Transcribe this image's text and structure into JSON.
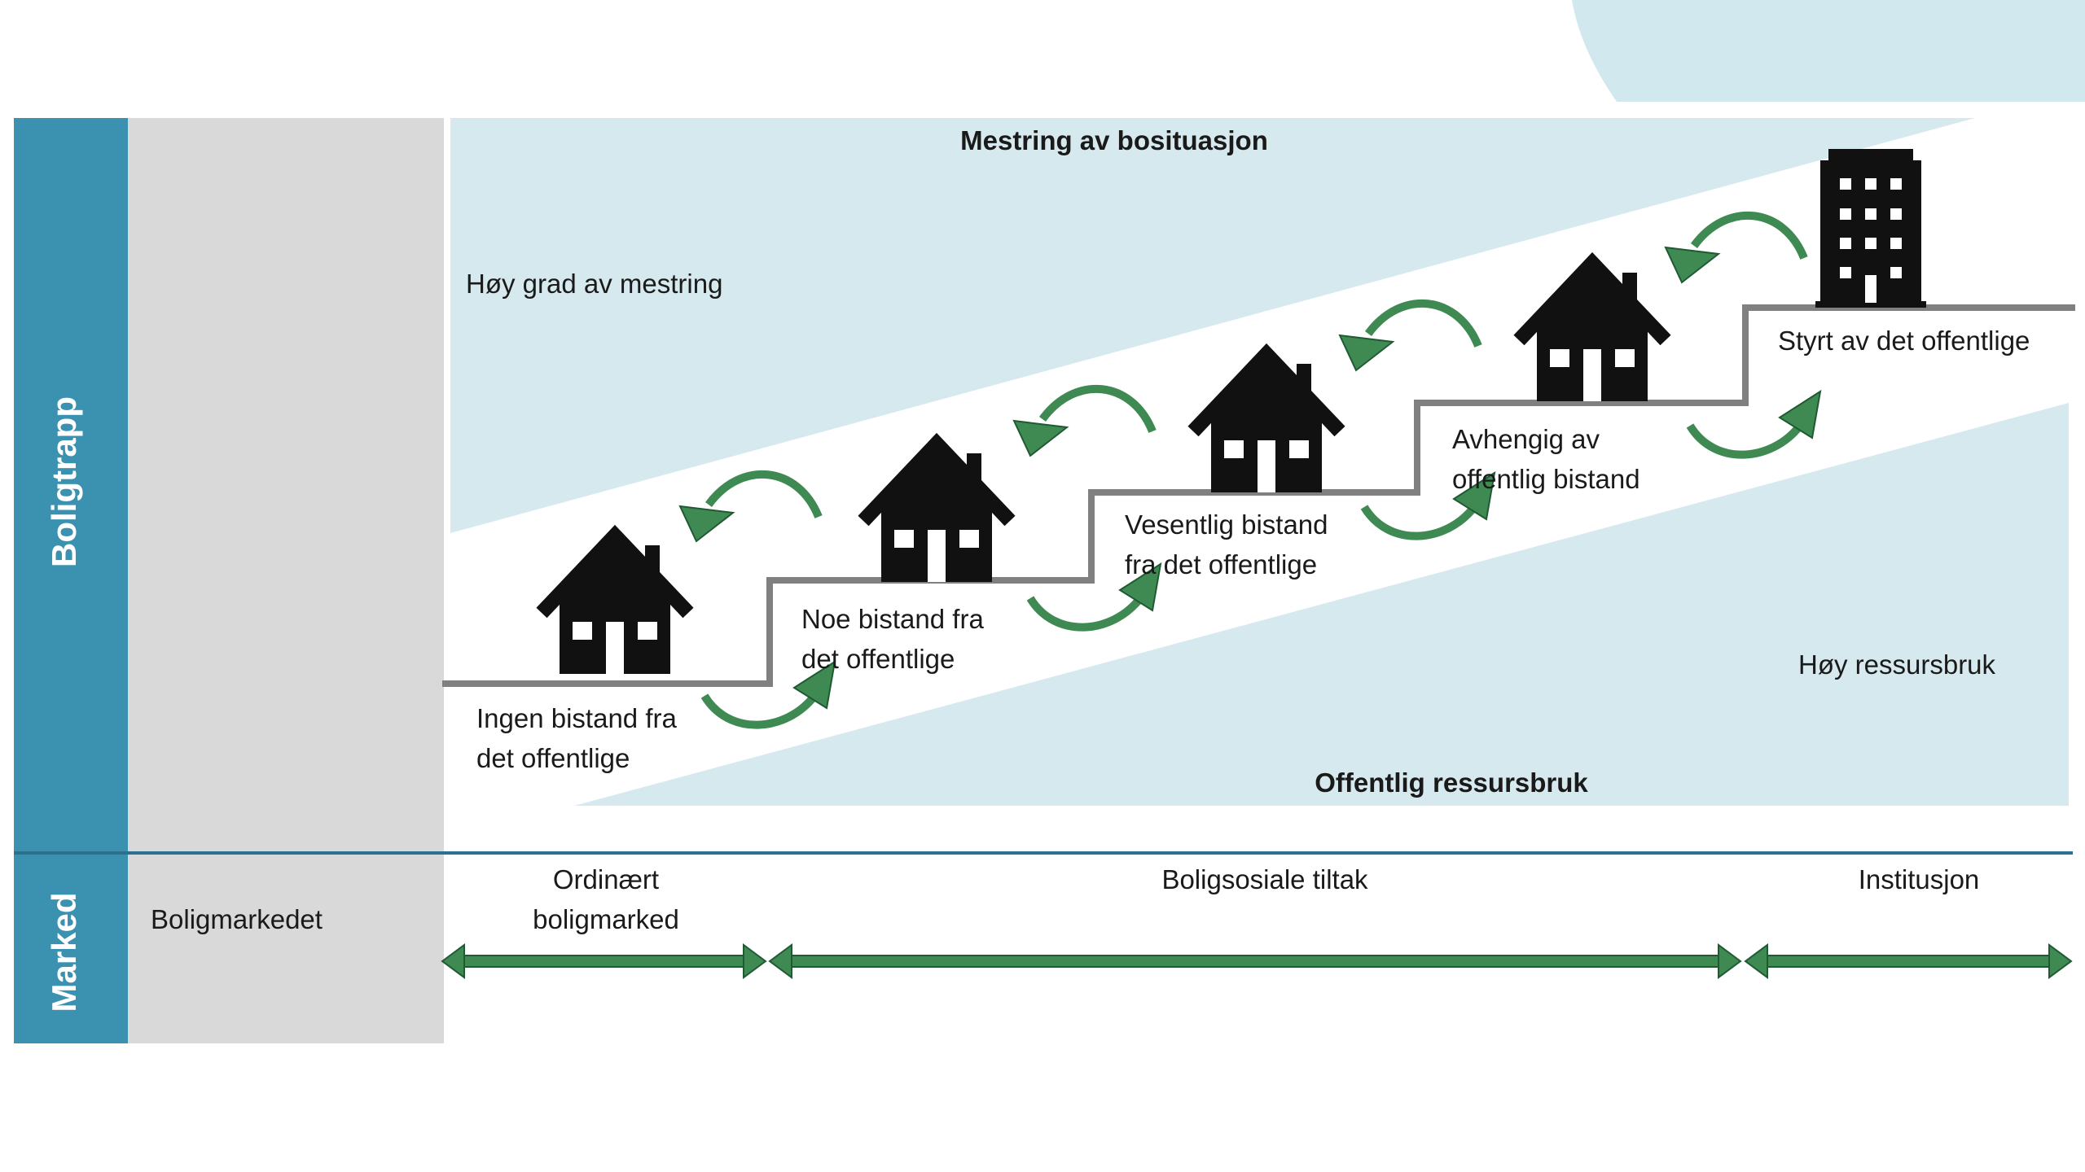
{
  "colors": {
    "side_band": "#3b92b0",
    "grey_panel": "#d9d9d9",
    "light_blue": "#d6e9ef",
    "corner_shape": "#d1e8ee",
    "staircase": "#808080",
    "arrow_green": "#3e8a52",
    "arrow_green_dark": "#1f5a33",
    "divider": "#2e6f8e",
    "text": "#1a1a1a"
  },
  "side": {
    "top_label": "Boligtrapp",
    "bottom_label": "Marked"
  },
  "diagram": {
    "title_top": "Mestring av bosituasjon",
    "title_bottom": "Offentlig ressursbruk",
    "label_high_mastery": "Høy grad av mestring",
    "label_high_resources": "Høy ressursbruk",
    "steps": [
      {
        "label": "Ingen bistand fra\ndet offentlige",
        "icon": "house-icon"
      },
      {
        "label": "Noe bistand fra\ndet offentlige",
        "icon": "house-icon"
      },
      {
        "label": "Vesentlig bistand\nfra det offentlige",
        "icon": "house-icon"
      },
      {
        "label": "Avhengig av\noffentlig bistand",
        "icon": "house-icon"
      },
      {
        "label": "Styrt av det offentlige",
        "icon": "building-icon"
      }
    ]
  },
  "market": {
    "grey_label": "Boligmarkedet",
    "segments": [
      {
        "label": "Ordinært\nboligmarked"
      },
      {
        "label": "Boligsosiale tiltak"
      },
      {
        "label": "Institusjon"
      }
    ]
  }
}
